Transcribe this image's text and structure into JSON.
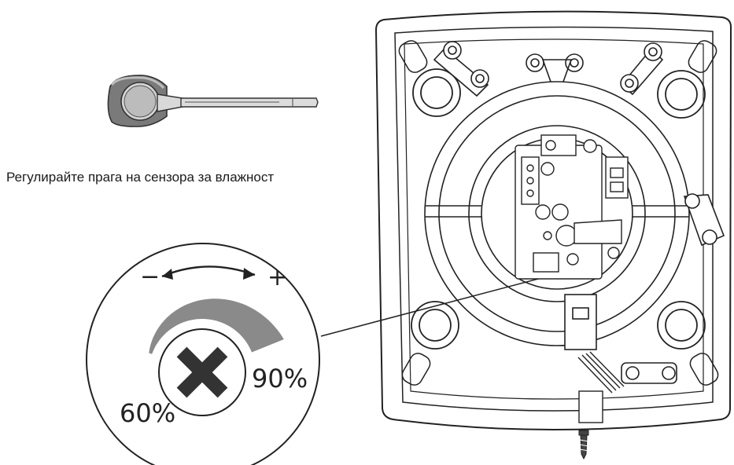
{
  "instruction": {
    "text": "Регулирайте прага на сензора за влажност"
  },
  "dial": {
    "minus_sign": "−",
    "plus_sign": "+",
    "min_label": "60%",
    "max_label": "90%",
    "min_fraction": 0.6,
    "max_fraction": 0.9,
    "arc_color": "#8a8a8a",
    "cross_color": "#333333"
  },
  "icons": {
    "screwdriver": "screwdriver-icon",
    "screw": "screw-icon",
    "knob_cross": "cross-icon"
  }
}
